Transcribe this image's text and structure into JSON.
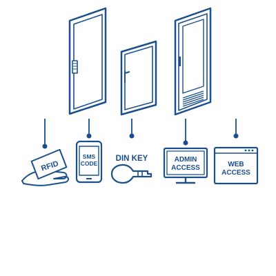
{
  "colors": {
    "primary_blue": "#1a4f8c",
    "background": "#ffffff"
  },
  "access_methods": [
    {
      "id": "rfid",
      "label": "RFID",
      "icon": "rfid-card-hand-icon"
    },
    {
      "id": "sms",
      "label_line1": "SMS",
      "label_line2": "CODE",
      "icon": "smartphone-icon"
    },
    {
      "id": "din",
      "label": "DIN KEY",
      "icon": "key-icon"
    },
    {
      "id": "admin",
      "label_line1": "ADMIN",
      "label_line2": "ACCESS",
      "icon": "monitor-icon"
    },
    {
      "id": "web",
      "label_line1": "WEB",
      "label_line2": "ACCESS",
      "icon": "browser-window-icon"
    }
  ],
  "doors": [
    {
      "id": "door-1",
      "icon": "door-with-keypad-icon"
    },
    {
      "id": "door-2",
      "icon": "door-with-handle-icon"
    },
    {
      "id": "door-3",
      "icon": "cabinet-door-with-vents-icon"
    }
  ]
}
